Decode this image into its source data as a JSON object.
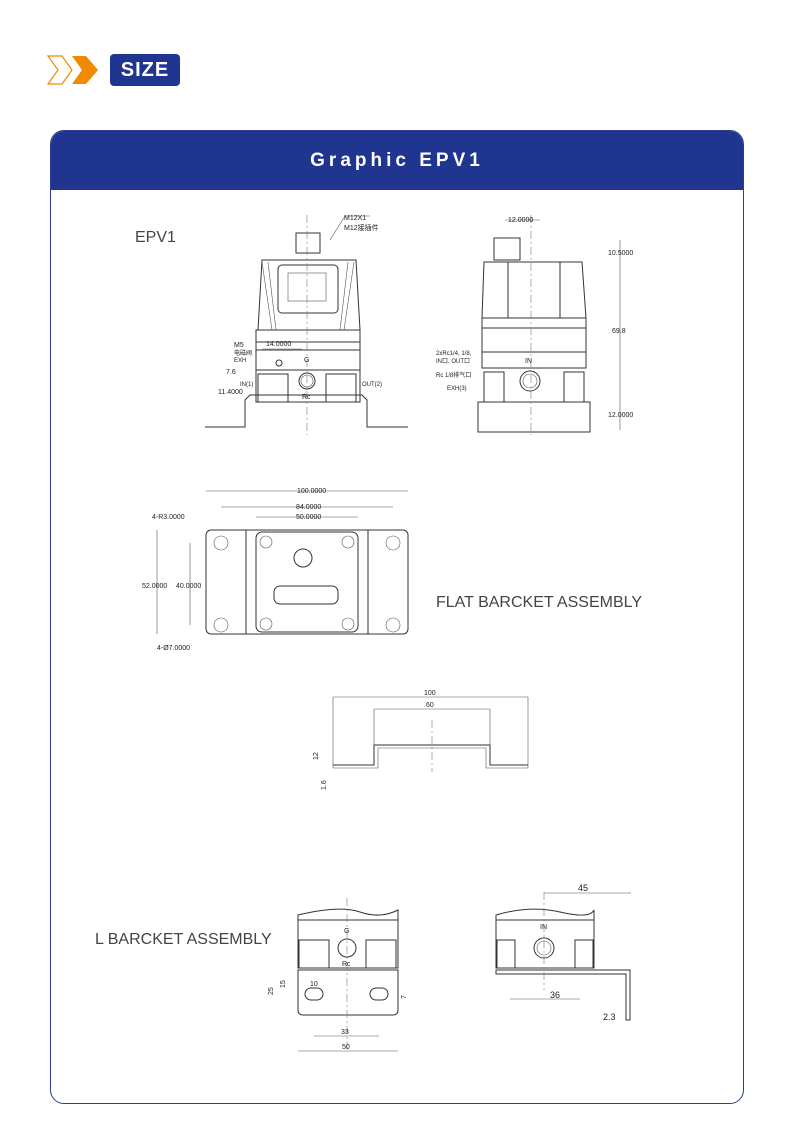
{
  "header": {
    "size_label": "SIZE",
    "accent_color": "#f08a00",
    "brand_color": "#1f3590"
  },
  "card": {
    "title": "Graphic EPV1"
  },
  "front_view": {
    "model": "EPV1",
    "connector": "M12X1",
    "connector_note": "M12接插件",
    "dim_14": "14.0000",
    "m5": "M5",
    "exhaust_note": "电磁阀",
    "exh": "EXH",
    "dim_7_6": "7.6",
    "dim_11_4": "11.4000",
    "in_port": "IN(1)",
    "out_port": "OUT(2)",
    "g": "G",
    "rc": "Rc"
  },
  "side_view": {
    "dim_12": "12.0000",
    "dim_10_5": "10.5000",
    "dim_69_8": "69.8",
    "dim_12_bottom": "12.0000",
    "port_note_1": "2xRc1/4, 1/8,",
    "port_note_2": "IN口, OUT口",
    "exh_note": "Rc 1/8排气口",
    "exh3": "EXH(3)",
    "in": "IN"
  },
  "flat_bracket": {
    "dim_100": "100.0000",
    "dim_84": "84.0000",
    "dim_50": "50.0000",
    "radius": "4-R3.0000",
    "dim_52": "52.0000",
    "dim_40": "40.0000",
    "holes": "4-Ø7.0000",
    "label": "FLAT BARCKET ASSEMBLY",
    "profile_100": "100",
    "profile_60": "60",
    "profile_12": "12",
    "profile_1_6": "1.6"
  },
  "l_bracket": {
    "label": "L BARCKET ASSEMBLY",
    "dim_25": "25",
    "dim_15": "15",
    "dim_10": "10",
    "dim_7": "7",
    "dim_33": "33",
    "dim_50": "50",
    "dim_45": "45",
    "dim_36": "36",
    "dim_2_3": "2.3",
    "g": "G",
    "rc": "Rc",
    "in": "IN"
  }
}
